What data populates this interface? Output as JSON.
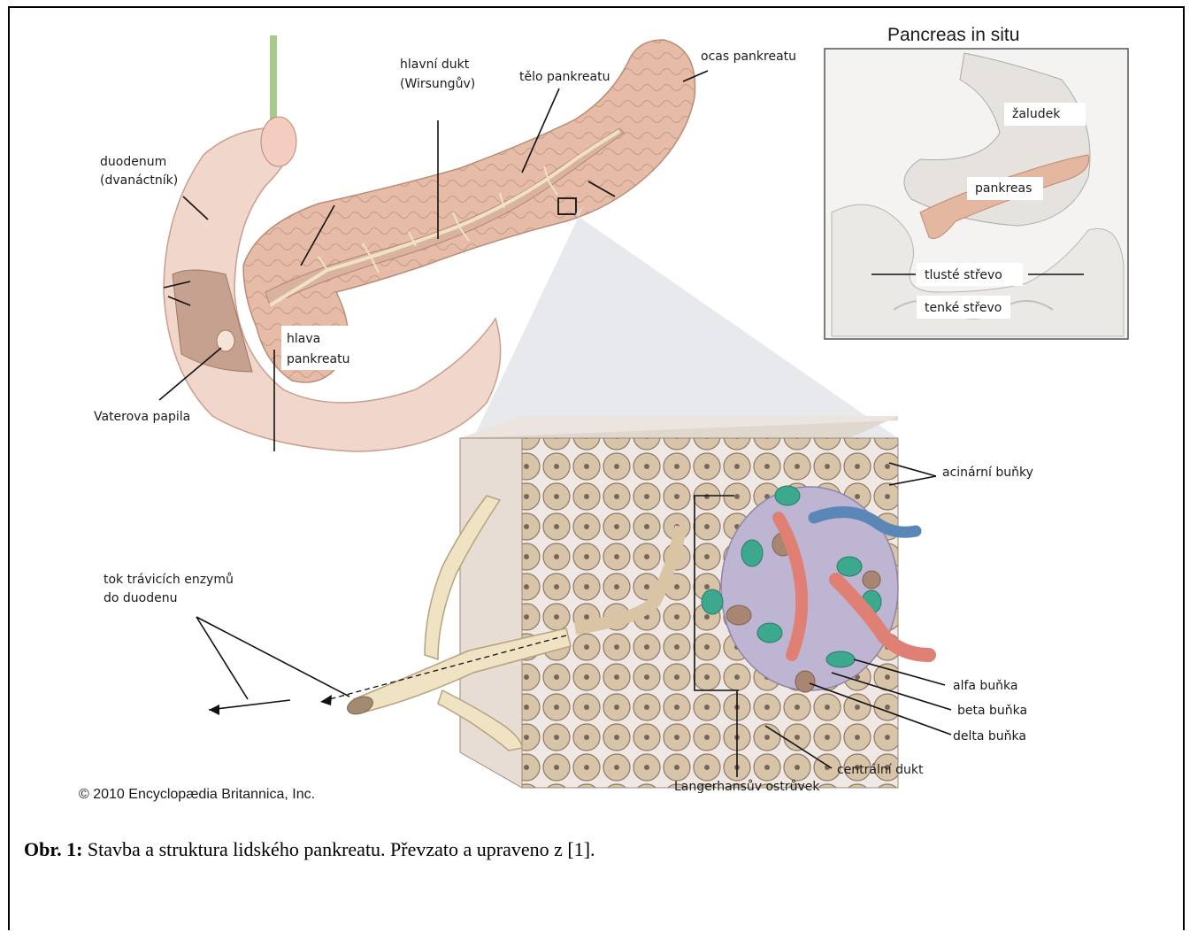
{
  "labels": {
    "duodenum": [
      "duodenum",
      "(dvanáctník)"
    ],
    "main_duct": [
      "hlavní dukt",
      "(Wirsungův)"
    ],
    "body": "tělo pankreatu",
    "tail": "ocas pankreatu",
    "head": [
      "hlava",
      "pankreatu"
    ],
    "papilla": "Vaterova papila",
    "enzyme_flow": [
      "tok trávicích enzymů",
      "do duodenu"
    ],
    "acinar": "acinární buňky",
    "alpha": "alfa buňka",
    "beta": "beta buňka",
    "delta": "delta buňka",
    "central_duct": "centrální dukt",
    "islet": "Langerhansův ostrůvek"
  },
  "inset": {
    "title": "Pancreas in situ",
    "stomach": "žaludek",
    "pancreas": "pankreas",
    "large_intestine": "tlusté střevo",
    "small_intestine": "tenké střevo"
  },
  "copyright": "© 2010 Encyclopædia Britannica, Inc.",
  "caption": {
    "prefix": "Obr. 1:",
    "text": " Stavba a struktura lidského pankreatu. Převzato a upraveno z [1]."
  },
  "colors": {
    "pancreas": "#e8c2b0",
    "duodenum": "#f3d8cc",
    "acinar": "#d8c4a8",
    "islet": "#bdb5d2",
    "alpha": "#3ca88e",
    "beta": "#a98672",
    "vessel_red": "#e07f74",
    "vessel_blue": "#5b87b8",
    "duct": "#efe3c4"
  }
}
